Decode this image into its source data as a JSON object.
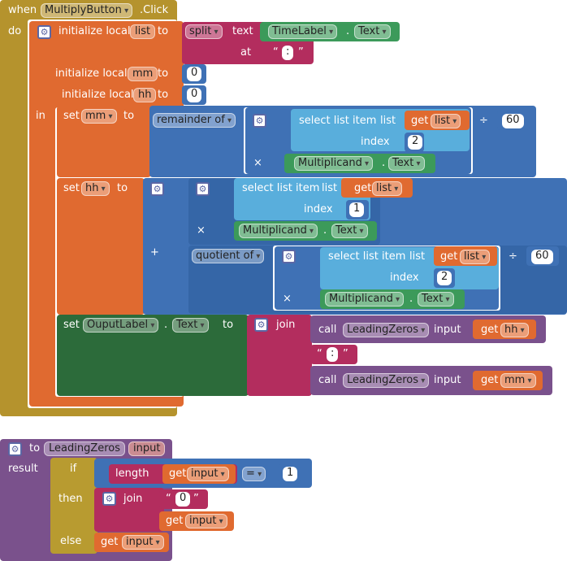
{
  "event": {
    "when": "when",
    "component": "MultiplyButton",
    "event_name": ".Click",
    "do": "do"
  },
  "init_list": {
    "label": "initialize local",
    "var": "list",
    "to": "to",
    "split": "split",
    "text_label": "text",
    "at_label": "at",
    "source_component": "TimeLabel",
    "source_prop": "Text",
    "dot": ".",
    "sep": ":"
  },
  "init_mm": {
    "label": "initialize local",
    "var": "mm",
    "to": "to",
    "value": "0"
  },
  "init_hh": {
    "label": "initialize local",
    "var": "hh",
    "to": "to",
    "value": "0"
  },
  "in_label": "in",
  "set_mm": {
    "set": "set",
    "var": "mm",
    "to": "to",
    "remainder": "remainder of",
    "select": "select list item",
    "list_label": "list",
    "index_label": "index",
    "get": "get",
    "get_var": "list",
    "index_value": "2",
    "times": "×",
    "divide": "÷",
    "divisor": "60",
    "mult_component": "Multiplicand",
    "mult_prop": "Text",
    "dot": "."
  },
  "set_hh": {
    "set": "set",
    "var": "hh",
    "to": "to",
    "select": "select list item",
    "list_label": "list",
    "index_label": "index",
    "get": "get",
    "get_var": "list",
    "index_value": "1",
    "times": "×",
    "plus": "+",
    "quotient": "quotient of",
    "select2": "select list item",
    "get2": "get",
    "get_var2": "list",
    "index_value2": "2",
    "divide": "÷",
    "divisor": "60",
    "mult_component": "Multiplicand",
    "mult_prop": "Text",
    "mult_component2": "Multiplicand",
    "mult_prop2": "Text",
    "times2": "×",
    "dot": "."
  },
  "set_output": {
    "set": "set",
    "component": "OuputLabel",
    "prop": "Text",
    "to": "to",
    "join": "join",
    "call": "call",
    "proc": "LeadingZeros",
    "input_label": "input",
    "get": "get",
    "get_var1": "hh",
    "sep": ":",
    "call2": "call",
    "proc2": "LeadingZeros",
    "input_label2": "input",
    "get2": "get",
    "get_var2": "mm",
    "dot": "."
  },
  "procedure": {
    "to": "to",
    "name": "LeadingZeros",
    "param": "input",
    "result": "result",
    "if": "if",
    "then": "then",
    "else": "else",
    "length": "length",
    "get": "get",
    "get_var": "input",
    "eq": "=",
    "cmp_value": "1",
    "join": "join",
    "zero": "0",
    "get2": "get",
    "get_var2": "input",
    "get3": "get",
    "get_var3": "input"
  },
  "icons": {
    "mutator": "gear-icon",
    "dropdown": "chevron-down-icon"
  }
}
